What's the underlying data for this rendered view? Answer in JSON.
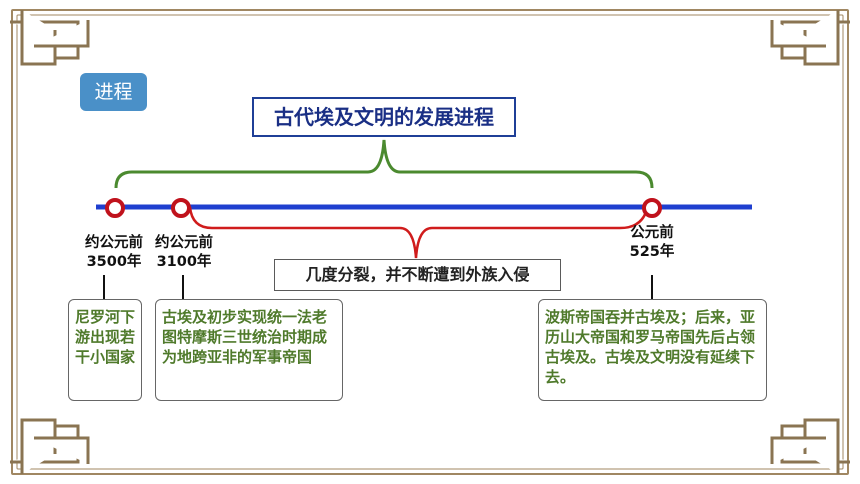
{
  "tag": "进程",
  "title": "古代埃及文明的发展进程",
  "subtitle": "几度分裂，并不断遭到外族入侵",
  "timeline": [
    {
      "date_line1": "约公元前",
      "date_line2": "3500年",
      "event": "尼罗河下游出现若干小国家"
    },
    {
      "date_line1": "约公元前",
      "date_line2": "3100年",
      "event": "古埃及初步实现统一法老图特摩斯三世统治时期成为地跨亚非的军事帝国"
    },
    {
      "date_line1": "公元前",
      "date_line2": "525年",
      "event": "波斯帝国吞并古埃及；后来，亚历山大帝国和罗马帝国先后占领古埃及。古埃及文明没有延续下去。"
    }
  ],
  "colors": {
    "timeline_line": "#1f3fcf",
    "marker": "#c0121c",
    "green_bracket": "#4b8a2f",
    "red_bracket": "#d01c1c",
    "frame": "#a08762",
    "event_text": "#4f7a2b",
    "tag_bg": "#4a90c8"
  }
}
